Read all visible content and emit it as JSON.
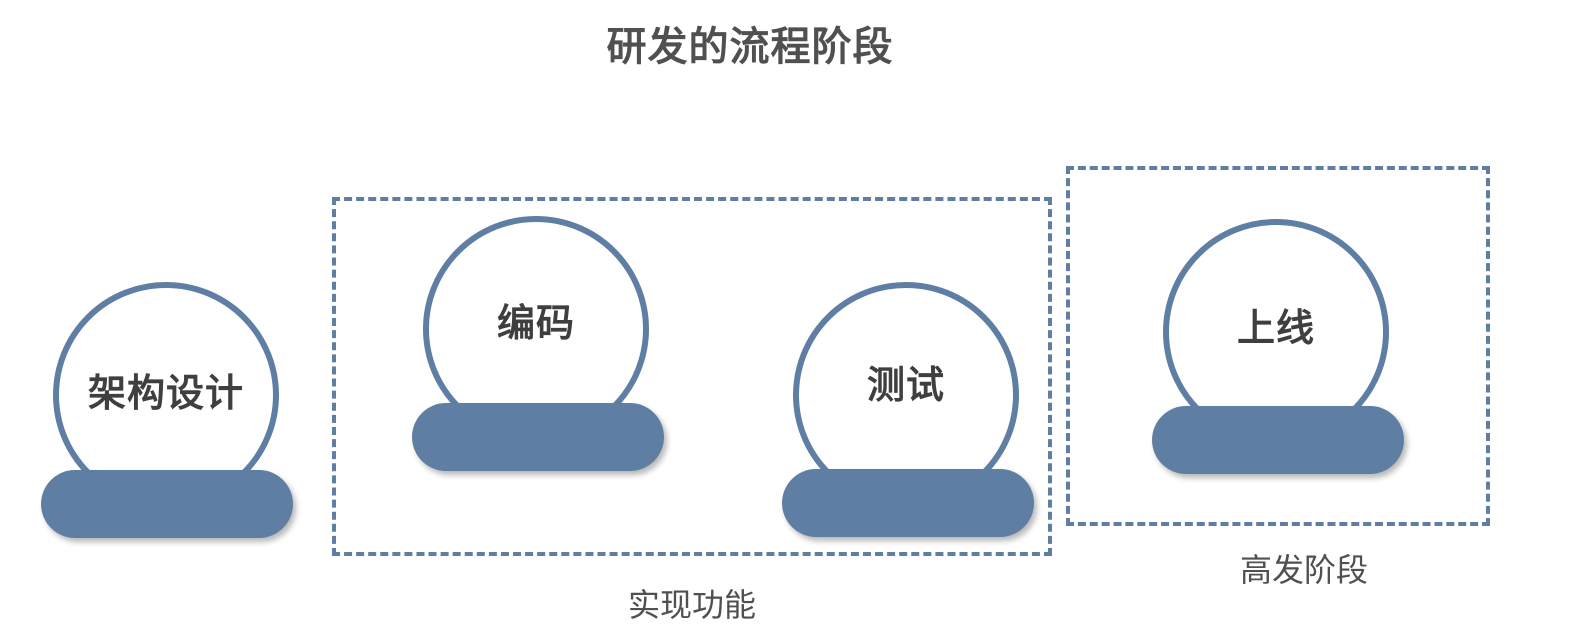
{
  "title": "研发的流程阶段",
  "nodes": [
    {
      "id": "architecture",
      "label": "架构设计"
    },
    {
      "id": "coding",
      "label": "编码"
    },
    {
      "id": "testing",
      "label": "测试"
    },
    {
      "id": "launch",
      "label": "上线"
    }
  ],
  "groups": [
    {
      "id": "implement",
      "label": "实现功能"
    },
    {
      "id": "high-risk",
      "label": "高发阶段"
    }
  ],
  "colors": {
    "accent": "#5f7ea3",
    "text": "#505050"
  }
}
